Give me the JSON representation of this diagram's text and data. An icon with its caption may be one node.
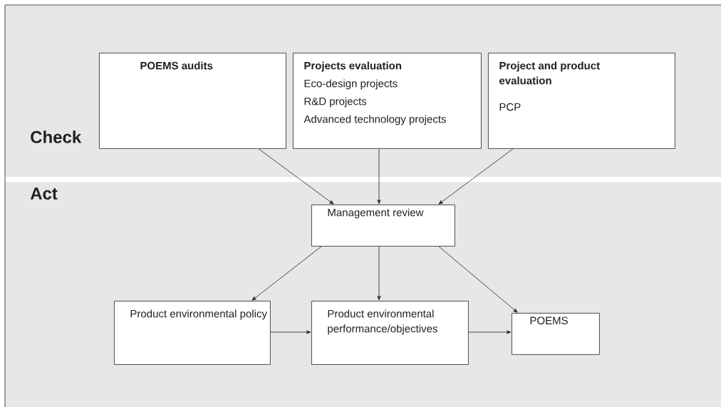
{
  "diagram": {
    "nodes": [
      {
        "text": [
          "Check"
        ]
      },
      {
        "text": [
          "POEMS audits"
        ],
        "in": 0
      },
      {
        "text": [
          "Projects evaluation",
          "Eco-design projects",
          "R&D projects",
          "Advanced technology projects"
        ],
        "in": 0
      },
      {
        "text": [
          "Project and product evaluation",
          "PCP"
        ],
        "in": 0
      },
      {
        "text": [
          "Act"
        ]
      },
      {
        "text": [
          "Management review"
        ],
        "in": 4
      },
      {
        "text": [
          "Product environmental policy"
        ],
        "in": 4
      },
      {
        "text": [
          "Product environmental performance/objectives"
        ],
        "in": 4
      },
      {
        "text": [
          "POEMS"
        ],
        "in": 4
      }
    ],
    "edges": [
      {
        "from": 1,
        "to": 5,
        "arrow": "to"
      },
      {
        "from": 2,
        "to": 5,
        "arrow": "to"
      },
      {
        "from": 3,
        "to": 5,
        "arrow": "to"
      },
      {
        "from": 5,
        "to": 6,
        "arrow": "to"
      },
      {
        "from": 5,
        "to": 7,
        "arrow": "to"
      },
      {
        "from": 5,
        "to": 8,
        "arrow": "to"
      },
      {
        "from": 6,
        "to": 7,
        "arrow": "to"
      },
      {
        "from": 7,
        "to": 8,
        "arrow": "to"
      }
    ]
  }
}
